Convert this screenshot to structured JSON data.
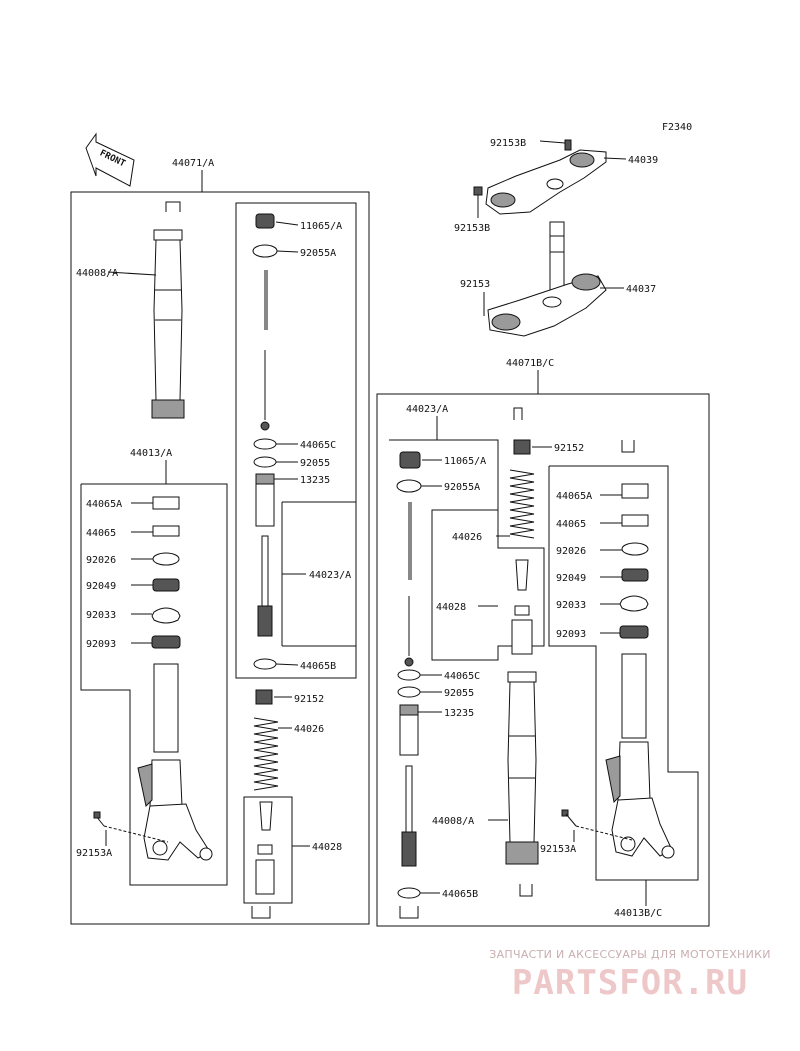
{
  "diagram": {
    "code": "F2340",
    "front_label": "FRONT",
    "labels": {
      "a_44071": "44071/A",
      "a_44008": "44008/A",
      "a_11065": "11065/A",
      "a_92055A": "92055A",
      "a_44065C": "44065C",
      "a_92055": "92055",
      "a_13235": "13235",
      "a_44023": "44023/A",
      "a_44065B": "44065B",
      "a_92152": "92152",
      "a_44026": "44026",
      "a_44028": "44028",
      "a_44013": "44013/A",
      "a_44065A": "44065A",
      "a_44065": "44065",
      "a_92026": "92026",
      "a_92049": "92049",
      "a_92033": "92033",
      "a_92093": "92093",
      "a_92153A": "92153A",
      "t_92153B_1": "92153B",
      "t_44039": "44039",
      "t_92153B_2": "92153B",
      "t_92153": "92153",
      "t_44037": "44037",
      "b_44071": "44071B/C",
      "b_44023": "44023/A",
      "b_92152": "92152",
      "b_11065": "11065/A",
      "b_92055A": "92055A",
      "b_44026": "44026",
      "b_44028": "44028",
      "b_44065C": "44065C",
      "b_92055": "92055",
      "b_13235": "13235",
      "b_44008": "44008/A",
      "b_44065B": "44065B",
      "b_44065A": "44065A",
      "b_44065": "44065",
      "b_92026": "92026",
      "b_92049": "92049",
      "b_92033": "92033",
      "b_92093": "92093",
      "b_92153A": "92153A",
      "b_44013": "44013B/C"
    }
  },
  "watermark": {
    "tagline": "ЗАПЧАСТИ И АКСЕССУАРЫ ДЛЯ МОТОТЕХНИКИ",
    "logo": "PARTSFOR.RU"
  }
}
